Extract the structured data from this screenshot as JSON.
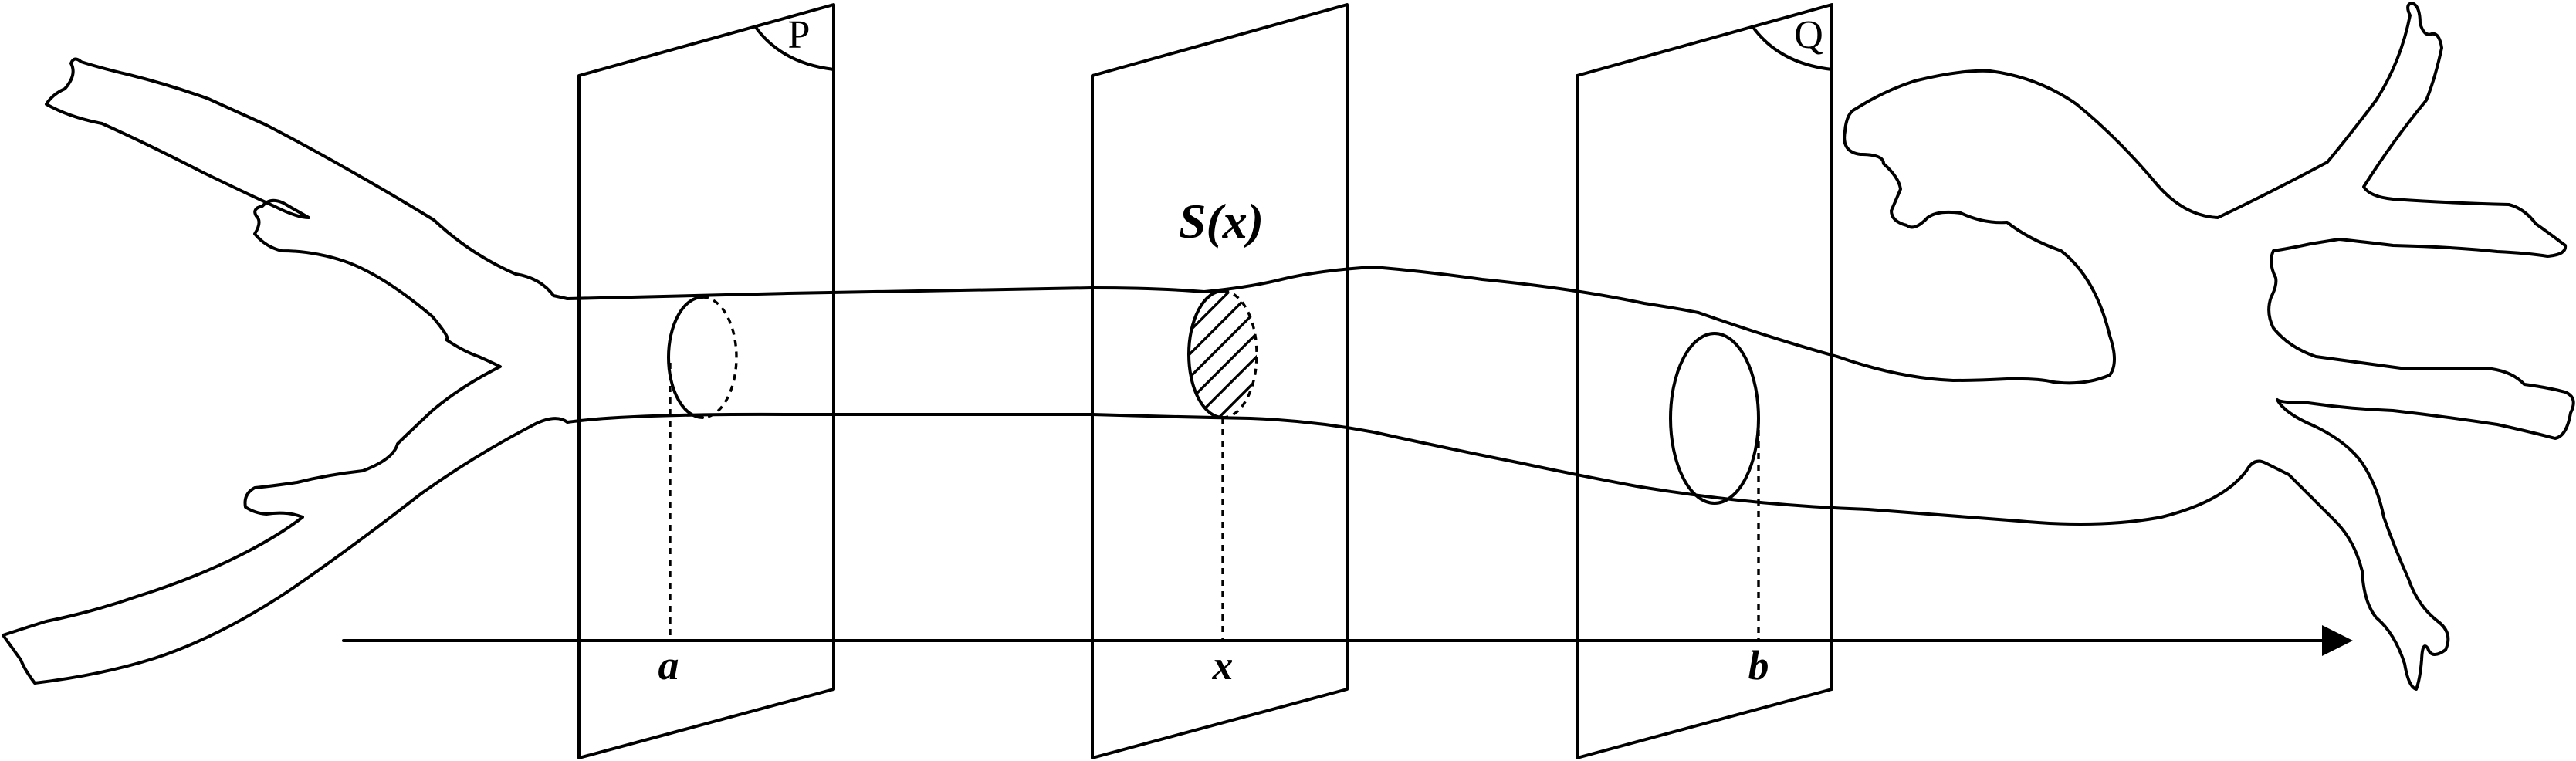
{
  "plane_labels": {
    "left": "P",
    "right": "Q"
  },
  "section_label": "S(x)",
  "axis_labels": {
    "start": "a",
    "middle": "x",
    "end": "b"
  }
}
